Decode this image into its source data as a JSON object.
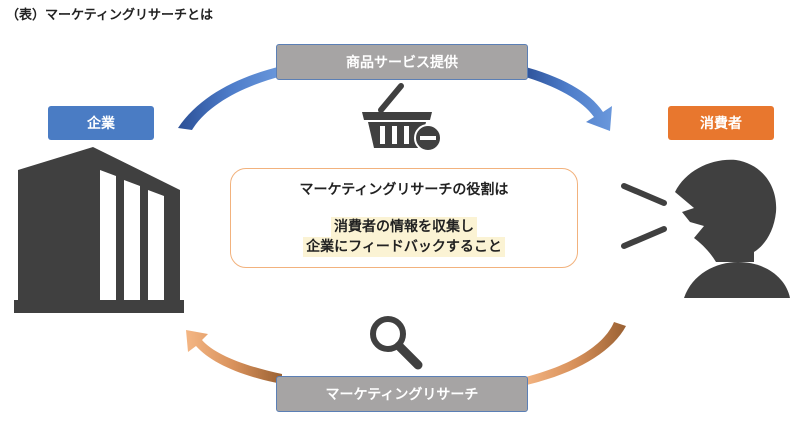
{
  "title": "（表）マーケティングリサーチとは",
  "labels": {
    "company": "企業",
    "consumer": "消費者",
    "service": "商品サービス提供",
    "research": "マーケティングリサーチ"
  },
  "center": {
    "heading": "マーケティングリサーチの役割は",
    "line1": "消費者の情報を収集し",
    "line2": "企業にフィードバックすること"
  },
  "colors": {
    "company_blue": "#4a7cc4",
    "consumer_orange": "#e8772e",
    "pill_gray": "#a6a4a4",
    "icon_gray": "#404040",
    "arrow_top": "#3f67b1",
    "arrow_bottom": "#c98a58"
  },
  "icons": [
    "building-icon",
    "shopping-basket-minus-icon",
    "person-speaking-icon",
    "magnifier-icon"
  ]
}
